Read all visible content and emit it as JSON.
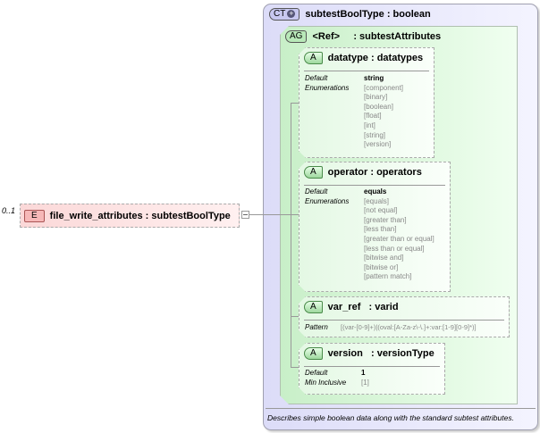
{
  "element": {
    "occurs": "0..1",
    "badge": "E",
    "name": "file_write_attributes",
    "type": ": subtestBoolType"
  },
  "complex_type": {
    "badge": "CT",
    "name": "subtestBoolType",
    "type": ": boolean",
    "description": "Describes simple boolean data along with the standard subtest attributes."
  },
  "attribute_group": {
    "badge": "AG",
    "name": "<Ref>",
    "type": ": subtestAttributes"
  },
  "attributes": [
    {
      "badge": "A",
      "name": "datatype",
      "type": ": datatypes",
      "props": [
        {
          "key": "Default",
          "values": [
            "string"
          ]
        },
        {
          "key": "Enumerations",
          "values": [
            "[component]",
            "[binary]",
            "[boolean]",
            "[float]",
            "[int]",
            "[string]",
            "[version]"
          ]
        }
      ]
    },
    {
      "badge": "A",
      "name": "operator",
      "type": ": operators",
      "props": [
        {
          "key": "Default",
          "values": [
            "equals"
          ]
        },
        {
          "key": "Enumerations",
          "values": [
            "[equals]",
            "[not equal]",
            "[greater than]",
            "[less than]",
            "[greater than or equal]",
            "[less than or equal]",
            "[bitwise and]",
            "[bitwise or]",
            "[pattern match]"
          ]
        }
      ]
    },
    {
      "badge": "A",
      "name": "var_ref",
      "type": ": varid",
      "props": [
        {
          "key": "Pattern",
          "values": [
            "[(var-[0-9]+)|(oval:[A-Za-z\\-\\.]+:var:[1-9][0-9]*)]"
          ]
        }
      ]
    },
    {
      "badge": "A",
      "name": "version",
      "type": ": versionType",
      "props": [
        {
          "key": "Default",
          "values": [
            "1"
          ]
        },
        {
          "key": "Min Inclusive",
          "values": [
            "[1]"
          ]
        }
      ]
    }
  ]
}
